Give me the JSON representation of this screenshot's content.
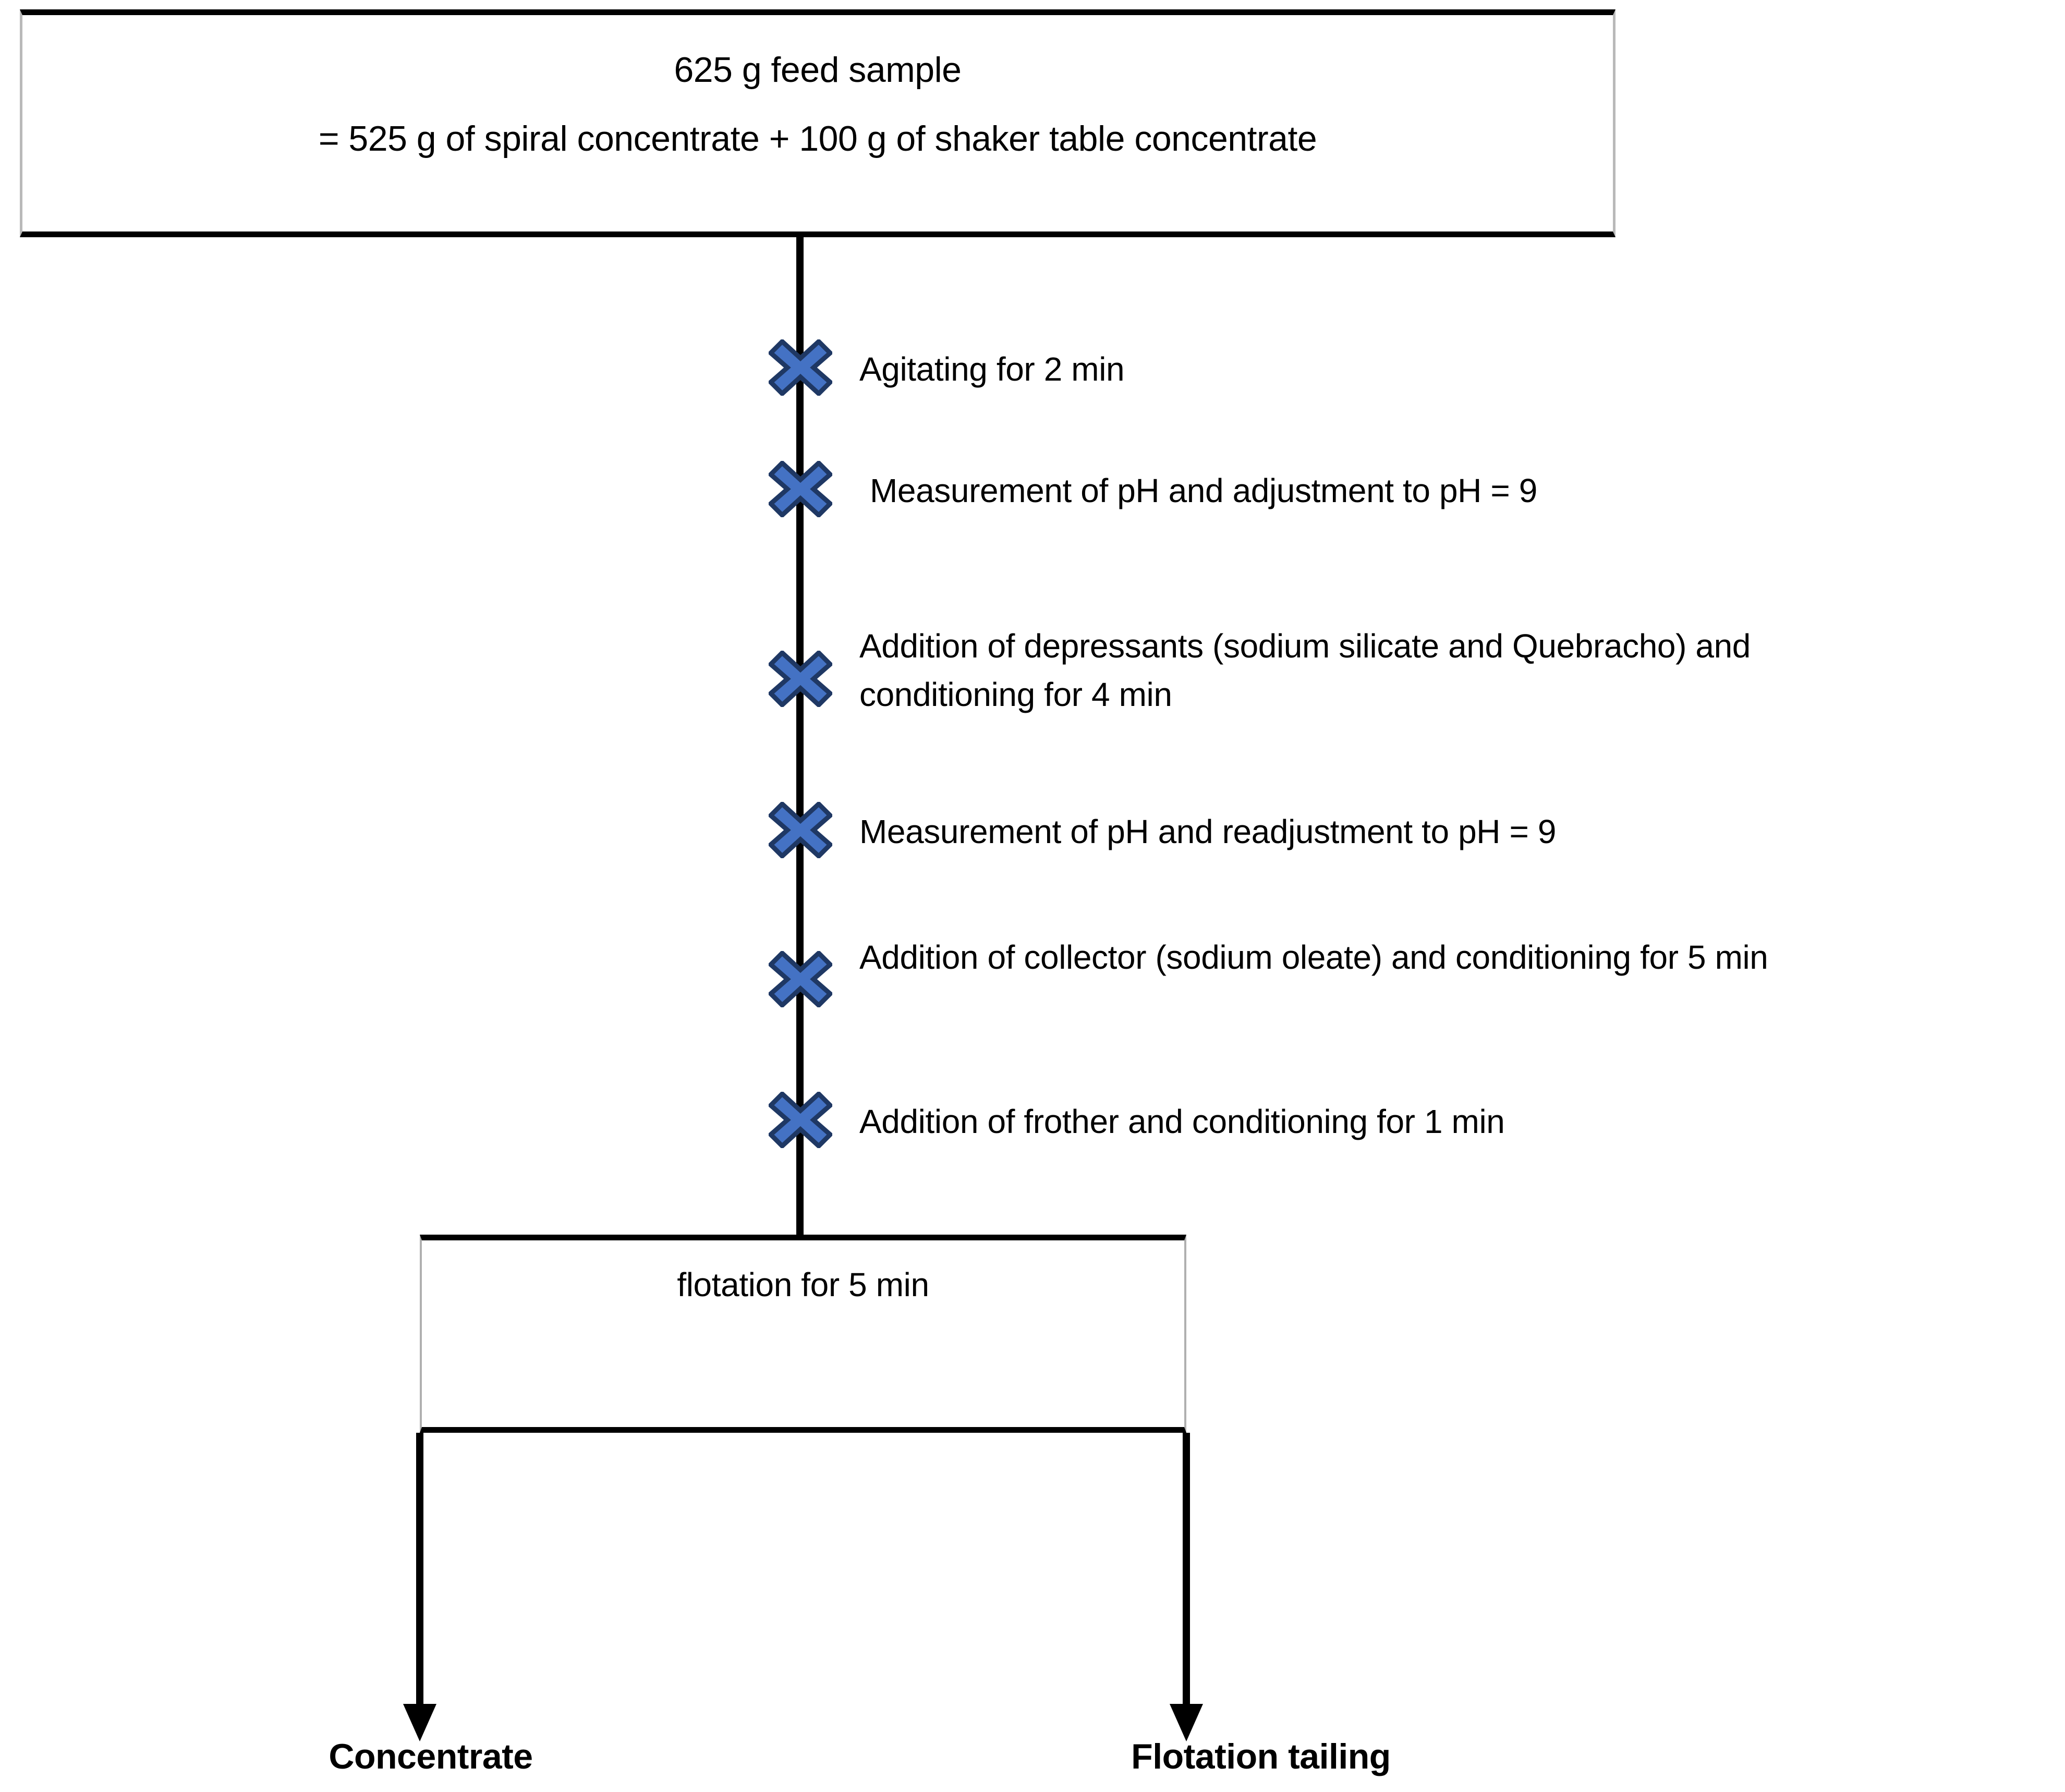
{
  "diagram": {
    "title": "Flotation test procedure flowchart",
    "colors": {
      "marker_fill": "#4472C4",
      "marker_stroke": "#1F3864",
      "line": "#000000",
      "background": "#FFFFFF"
    },
    "feed_box": {
      "line1": "625 g feed sample",
      "line2": "= 525 g of spiral concentrate + 100 g of shaker table concentrate"
    },
    "steps": [
      {
        "marker": "x-marker-icon",
        "label": "Agitating for 2 min"
      },
      {
        "marker": "x-marker-icon",
        "label": "Measurement of pH and adjustment to pH = 9"
      },
      {
        "marker": "x-marker-icon",
        "label": "Addition of depressants (sodium silicate and Quebracho) and\nconditioning for 4 min"
      },
      {
        "marker": "x-marker-icon",
        "label": "Measurement of pH and readjustment to pH = 9"
      },
      {
        "marker": "x-marker-icon",
        "label": "Addition of collector (sodium oleate) and conditioning for 5 min"
      },
      {
        "marker": "x-marker-icon",
        "label": "Addition of frother and conditioning for 1 min"
      }
    ],
    "flotation_box": {
      "label": "flotation for 5 min"
    },
    "outputs": [
      {
        "label": "Concentrate"
      },
      {
        "label": "Flotation tailing"
      }
    ]
  }
}
